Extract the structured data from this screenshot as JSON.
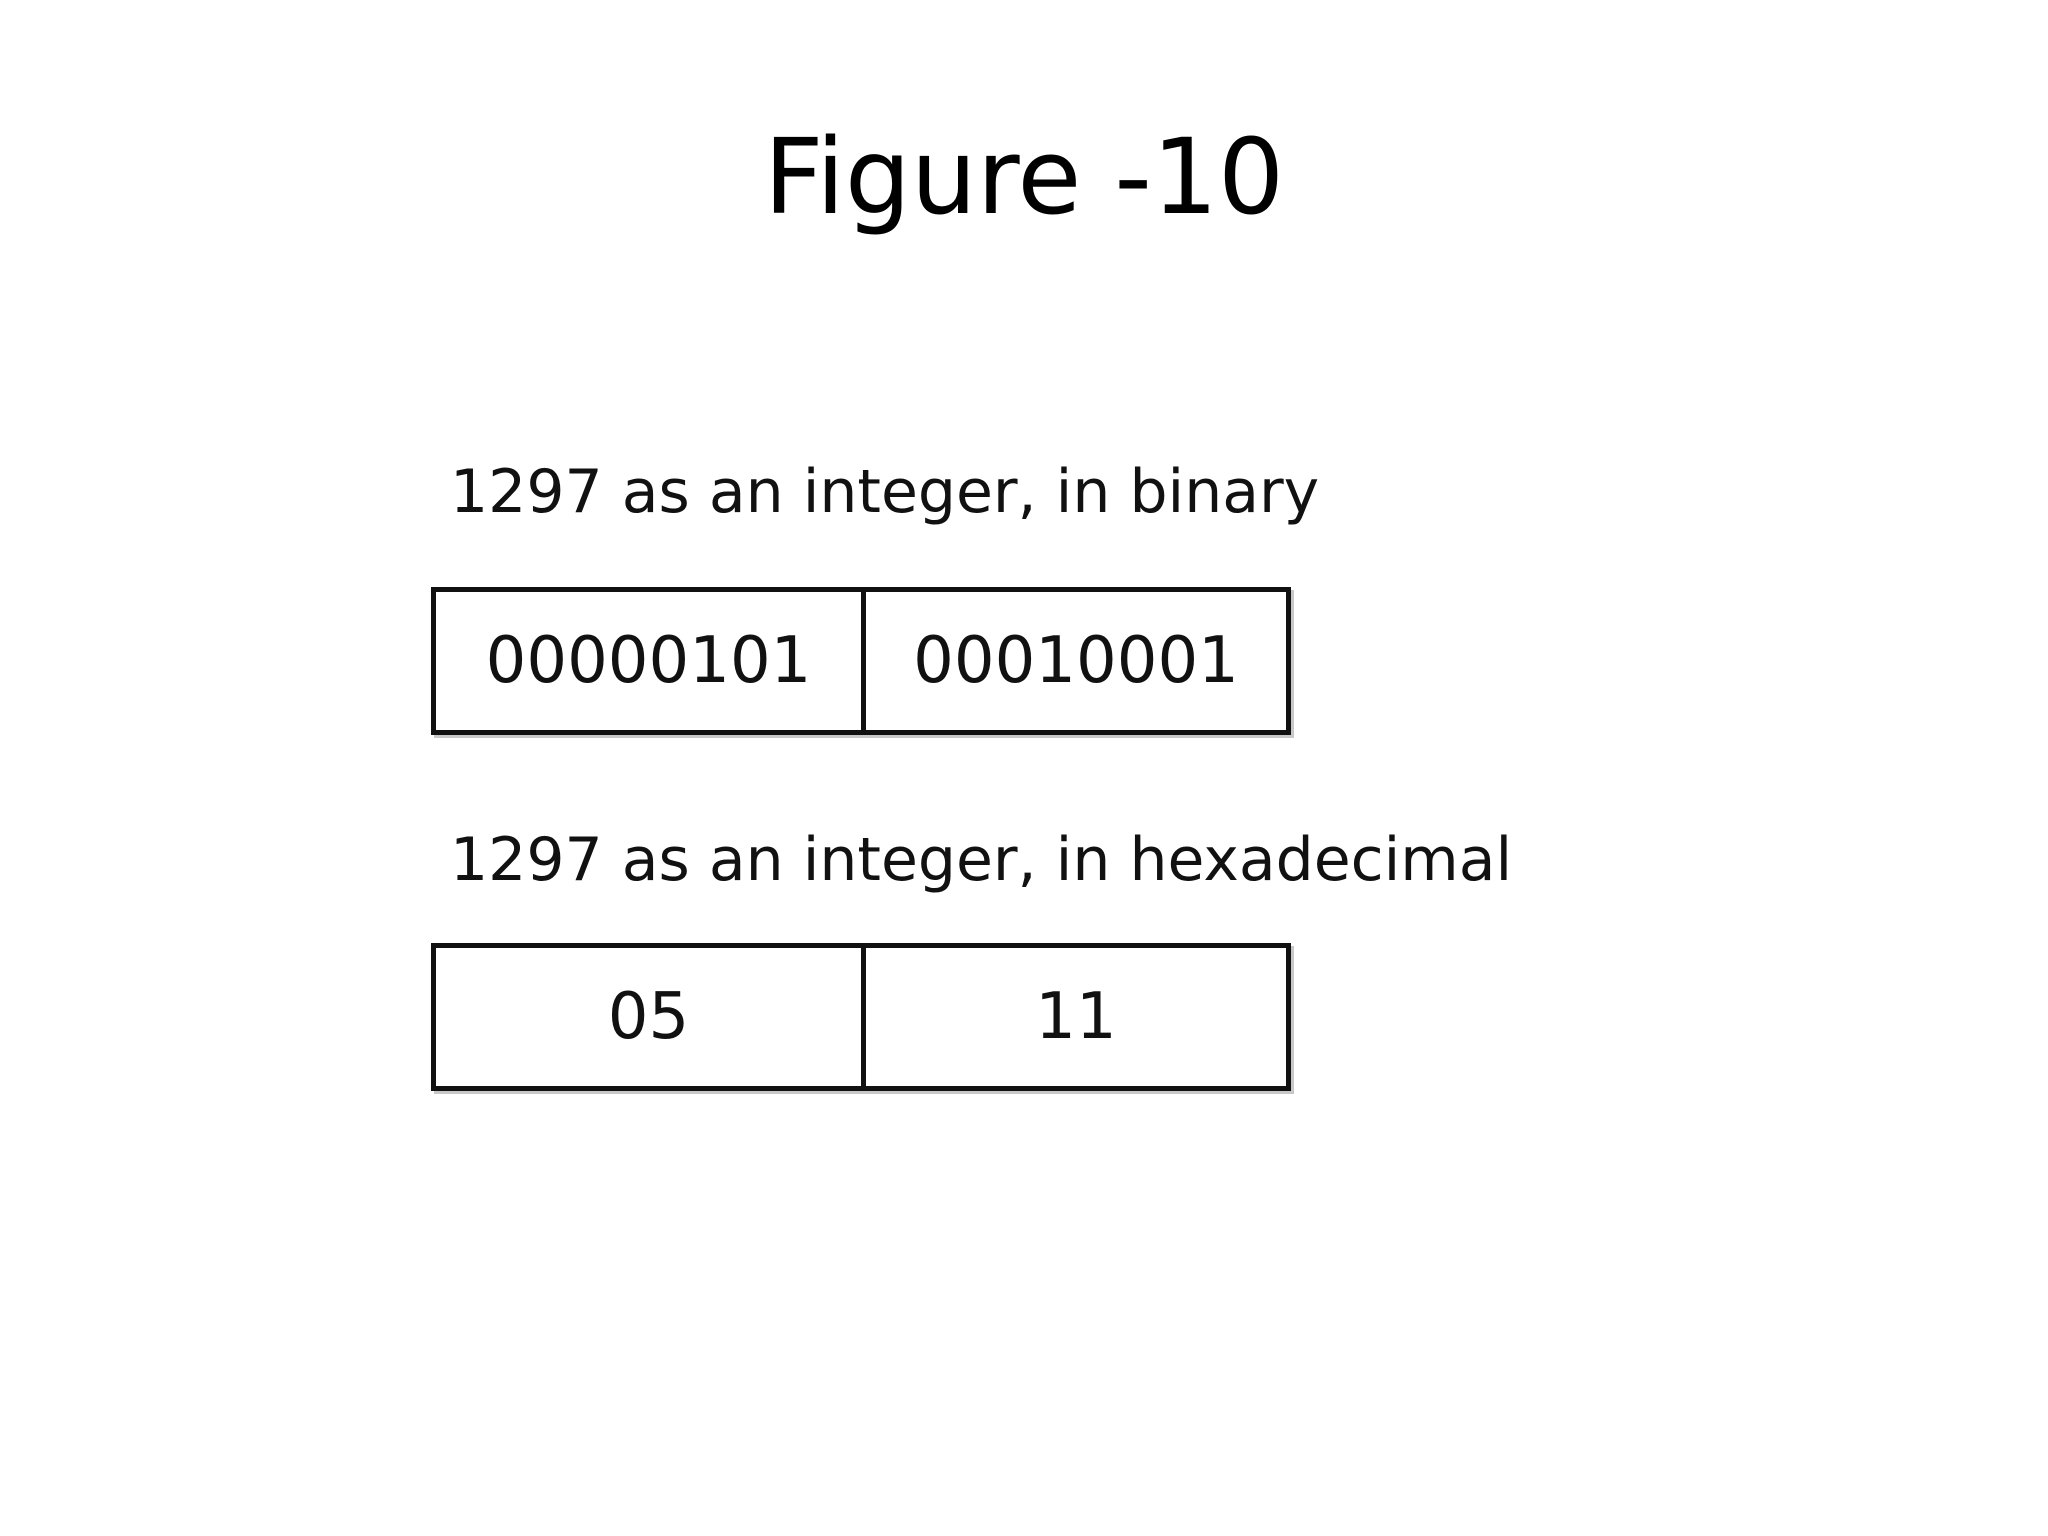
{
  "title": "Figure -10",
  "binary": {
    "label": "1297 as an integer, in binary",
    "bytes": [
      "00000101",
      "00010001"
    ]
  },
  "hexadecimal": {
    "label": "1297 as an integer, in hexadecimal",
    "bytes": [
      "05",
      "11"
    ]
  }
}
